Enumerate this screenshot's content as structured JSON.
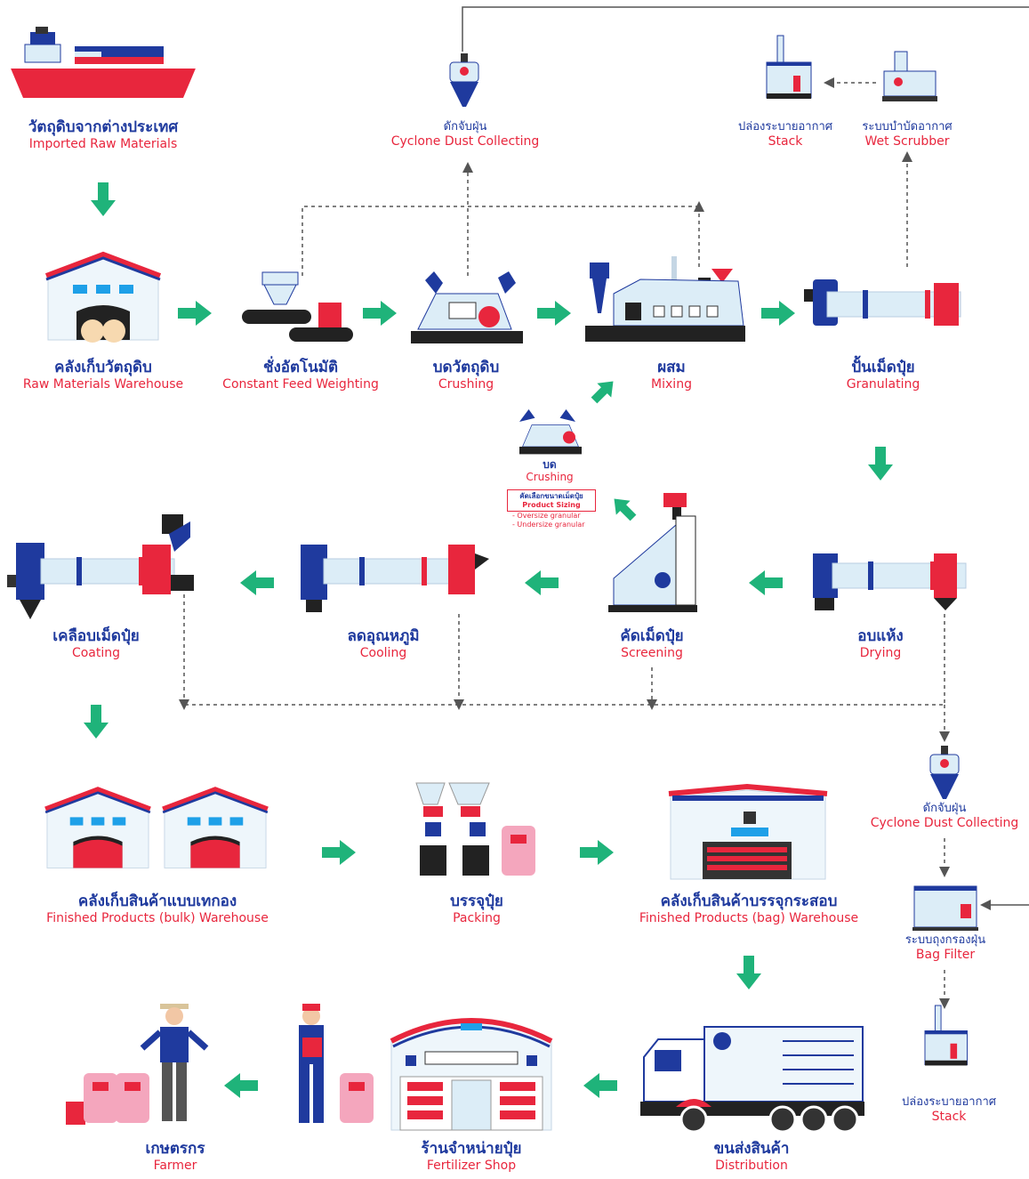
{
  "colors": {
    "navy": "#1f3a9e",
    "red": "#e8263d",
    "green": "#1fb37a",
    "lightblue": "#dcedf7",
    "gray": "#555555"
  },
  "steps": {
    "imported": {
      "th": "วัตถุดิบจากต่างประเทศ",
      "en": "Imported Raw Materials",
      "icon": "ship-icon"
    },
    "warehouse": {
      "th": "คลังเก็บวัตถุดิบ",
      "en": "Raw Materials Warehouse",
      "icon": "warehouse-icon"
    },
    "weighting": {
      "th": "ชั่งอัตโนมัติ",
      "en": "Constant Feed Weighting",
      "icon": "weigh-feeder-icon"
    },
    "crushing": {
      "th": "บดวัตถุดิบ",
      "en": "Crushing",
      "icon": "crusher-icon"
    },
    "mixing": {
      "th": "ผสม",
      "en": "Mixing",
      "icon": "mixer-icon"
    },
    "granulating": {
      "th": "ปั้นเม็ดปุ๋ย",
      "en": "Granulating",
      "icon": "rotary-drum-icon"
    },
    "cyclone_top": {
      "th": "ดักจับฝุ่น",
      "en": "Cyclone Dust Collecting",
      "icon": "cyclone-icon"
    },
    "stack_top": {
      "th": "ปล่องระบายอากาศ",
      "en": "Stack",
      "icon": "stack-icon"
    },
    "wet_scrubber": {
      "th": "ระบบบำบัดอากาศ",
      "en": "Wet Scrubber",
      "icon": "scrubber-icon"
    },
    "crushing_small": {
      "th": "บด",
      "en": "Crushing",
      "icon": "crusher-icon"
    },
    "product_sizing": {
      "th": "คัดเลือกขนาดเม็ดปุ๋ย",
      "en": "Product Sizing",
      "items": [
        "- Oversize granular",
        "- Undersize granular"
      ]
    },
    "coating": {
      "th": "เคลือบเม็ดปุ๋ย",
      "en": "Coating",
      "icon": "rotary-drum-icon"
    },
    "cooling": {
      "th": "ลดอุณหภูมิ",
      "en": "Cooling",
      "icon": "rotary-drum-icon"
    },
    "screening": {
      "th": "คัดเม็ดปุ๋ย",
      "en": "Screening",
      "icon": "screen-icon"
    },
    "drying": {
      "th": "อบแห้ง",
      "en": "Drying",
      "icon": "rotary-drum-icon"
    },
    "cyclone_right": {
      "th": "ดักจับฝุ่น",
      "en": "Cyclone Dust Collecting",
      "icon": "cyclone-icon"
    },
    "bulk_wh": {
      "th": "คลังเก็บสินค้าแบบเทกอง",
      "en": "Finished Products (bulk) Warehouse",
      "icon": "warehouse-icon"
    },
    "packing": {
      "th": "บรรจุปุ๋ย",
      "en": "Packing",
      "icon": "packing-icon"
    },
    "bag_wh": {
      "th": "คลังเก็บสินค้าบรรจุกระสอบ",
      "en": "Finished Products (bag) Warehouse",
      "icon": "warehouse-icon"
    },
    "bag_filter": {
      "th": "ระบบถุงกรองฝุ่น",
      "en": "Bag Filter",
      "icon": "bag-filter-icon"
    },
    "stack_bottom": {
      "th": "ปล่องระบายอากาศ",
      "en": "Stack",
      "icon": "stack-icon"
    },
    "distribution": {
      "th": "ขนส่งสินค้า",
      "en": "Distribution",
      "icon": "truck-icon"
    },
    "shop": {
      "th": "ร้านจำหน่ายปุ๋ย",
      "en": "Fertilizer Shop",
      "icon": "shop-icon"
    },
    "farmer": {
      "th": "เกษตรกร",
      "en": "Farmer",
      "icon": "farmer-icon"
    }
  }
}
